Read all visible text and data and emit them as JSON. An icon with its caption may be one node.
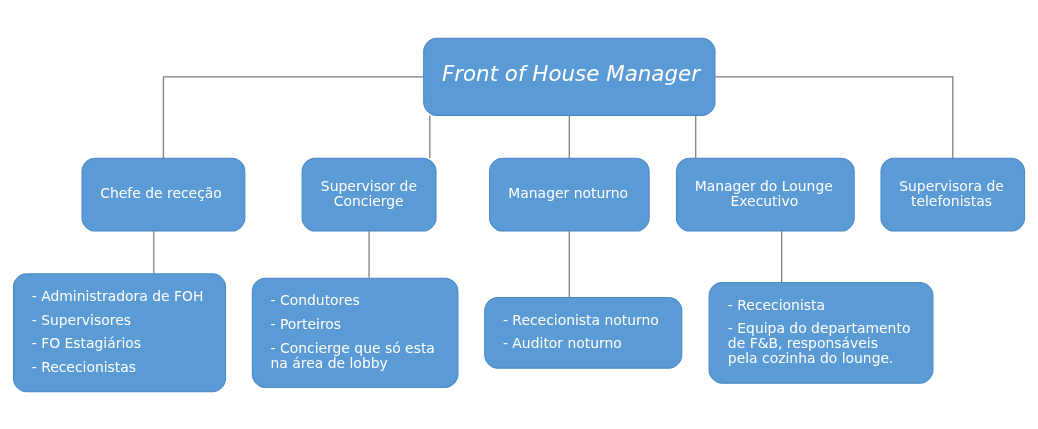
{
  "diagram": {
    "nodes": [
      {
        "text": [
          "Front of House Manager"
        ]
      },
      {
        "text": [
          "Chefe de receção"
        ]
      },
      {
        "text": [
          "Supervisor de Concierge"
        ]
      },
      {
        "text": [
          "Manager noturno"
        ]
      },
      {
        "text": [
          "Manager do Lounge Executivo"
        ]
      },
      {
        "text": [
          "Supervisora de telefonistas"
        ]
      },
      {
        "text": [
          "- Administradora de FOH",
          "- Supervisores",
          "- FO Estagiários",
          "- Rececionistas"
        ]
      },
      {
        "text": [
          "- Condutores",
          "- Porteiros",
          "- Concierge que só esta na área de lobby"
        ]
      },
      {
        "text": [
          "- Rececionista noturno",
          "- Auditor noturno"
        ]
      },
      {
        "text": [
          "- Rececionista",
          "- Equipa do departamento de F&B, responsáveis pela cozinha do lounge."
        ]
      }
    ],
    "edges": [
      {
        "from": 0,
        "to": 1,
        "arrow": "none"
      },
      {
        "from": 0,
        "to": 2,
        "arrow": "none"
      },
      {
        "from": 0,
        "to": 3,
        "arrow": "none"
      },
      {
        "from": 0,
        "to": 4,
        "arrow": "none"
      },
      {
        "from": 0,
        "to": 5,
        "arrow": "none"
      },
      {
        "from": 1,
        "to": 6,
        "arrow": "none"
      },
      {
        "from": 2,
        "to": 7,
        "arrow": "none"
      },
      {
        "from": 3,
        "to": 8,
        "arrow": "none"
      },
      {
        "from": 4,
        "to": 9,
        "arrow": "none"
      }
    ]
  }
}
